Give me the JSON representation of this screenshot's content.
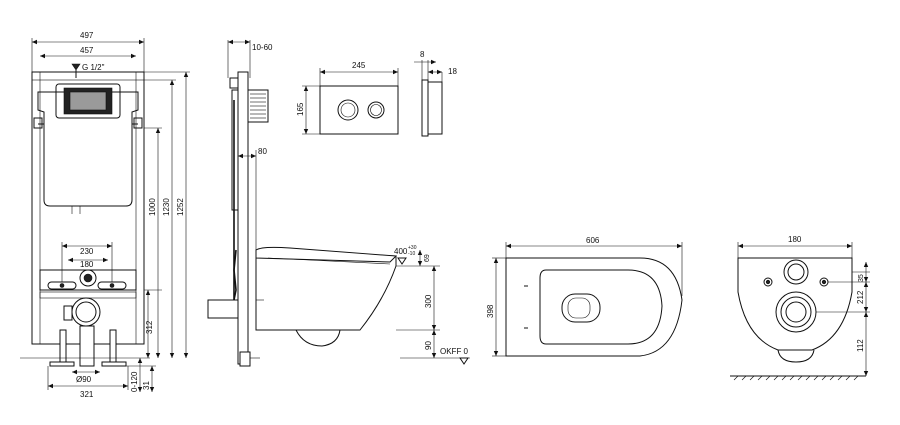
{
  "frame_dims": {
    "width_outer": "497",
    "width_inner": "457",
    "inlet": "G 1/2\"",
    "h_1000": "1000",
    "h_1230": "1230",
    "h_1252": "1252",
    "spacing_230": "230",
    "spacing_180": "180",
    "h_312": "312",
    "pipe_dia": "Ø90",
    "legs_0_120": "0-120",
    "legs_31": "31",
    "base_321": "321"
  },
  "side_dims": {
    "depth_10_60": "10-60",
    "offset_80": "80",
    "h_400": "400",
    "tol_plus": "+30",
    "tol_minus": "-10",
    "h_69": "69",
    "h_300": "300",
    "h_90": "90",
    "okff": "OKFF 0"
  },
  "plate_dims": {
    "width_245": "245",
    "height_165": "165",
    "depth_8": "8",
    "depth_18": "18"
  },
  "bowl_top_dims": {
    "length_606": "606",
    "width_398": "398"
  },
  "bowl_back_dims": {
    "width_180": "180",
    "h_35": "35",
    "h_212": "212",
    "h_112": "112"
  }
}
